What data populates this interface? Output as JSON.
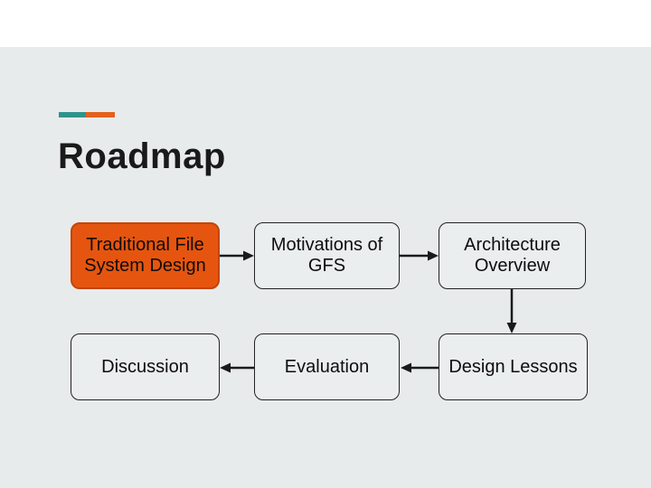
{
  "colors": {
    "page_bg": "#ffffff",
    "slide_bg": "#e8ebec",
    "accent_teal": "#2e948c",
    "accent_orange": "#e2611c",
    "node_fill": "#ebeeee",
    "node_border": "#222222",
    "highlight_fill": "#e6550f",
    "highlight_border": "#c44508",
    "arrow": "#1a1a1a",
    "text": "#0d0d0d",
    "title_text": "#1a1a1a"
  },
  "slide": {
    "title": "Roadmap"
  },
  "diagram": {
    "nodes": [
      {
        "label": "Traditional File\nSystem Design",
        "highlighted": true
      },
      {
        "label": "Motivations of\nGFS",
        "highlighted": false
      },
      {
        "label": "Architecture\nOverview",
        "highlighted": false
      },
      {
        "label": "Discussion",
        "highlighted": false
      },
      {
        "label": "Evaluation",
        "highlighted": false
      },
      {
        "label": "Design Lessons",
        "highlighted": false
      }
    ],
    "edges": [
      {
        "from": "Traditional File System Design",
        "to": "Motivations of GFS",
        "direction": "right"
      },
      {
        "from": "Motivations of GFS",
        "to": "Architecture Overview",
        "direction": "right"
      },
      {
        "from": "Architecture Overview",
        "to": "Design Lessons",
        "direction": "down"
      },
      {
        "from": "Design Lessons",
        "to": "Evaluation",
        "direction": "left"
      },
      {
        "from": "Evaluation",
        "to": "Discussion",
        "direction": "left"
      }
    ]
  }
}
